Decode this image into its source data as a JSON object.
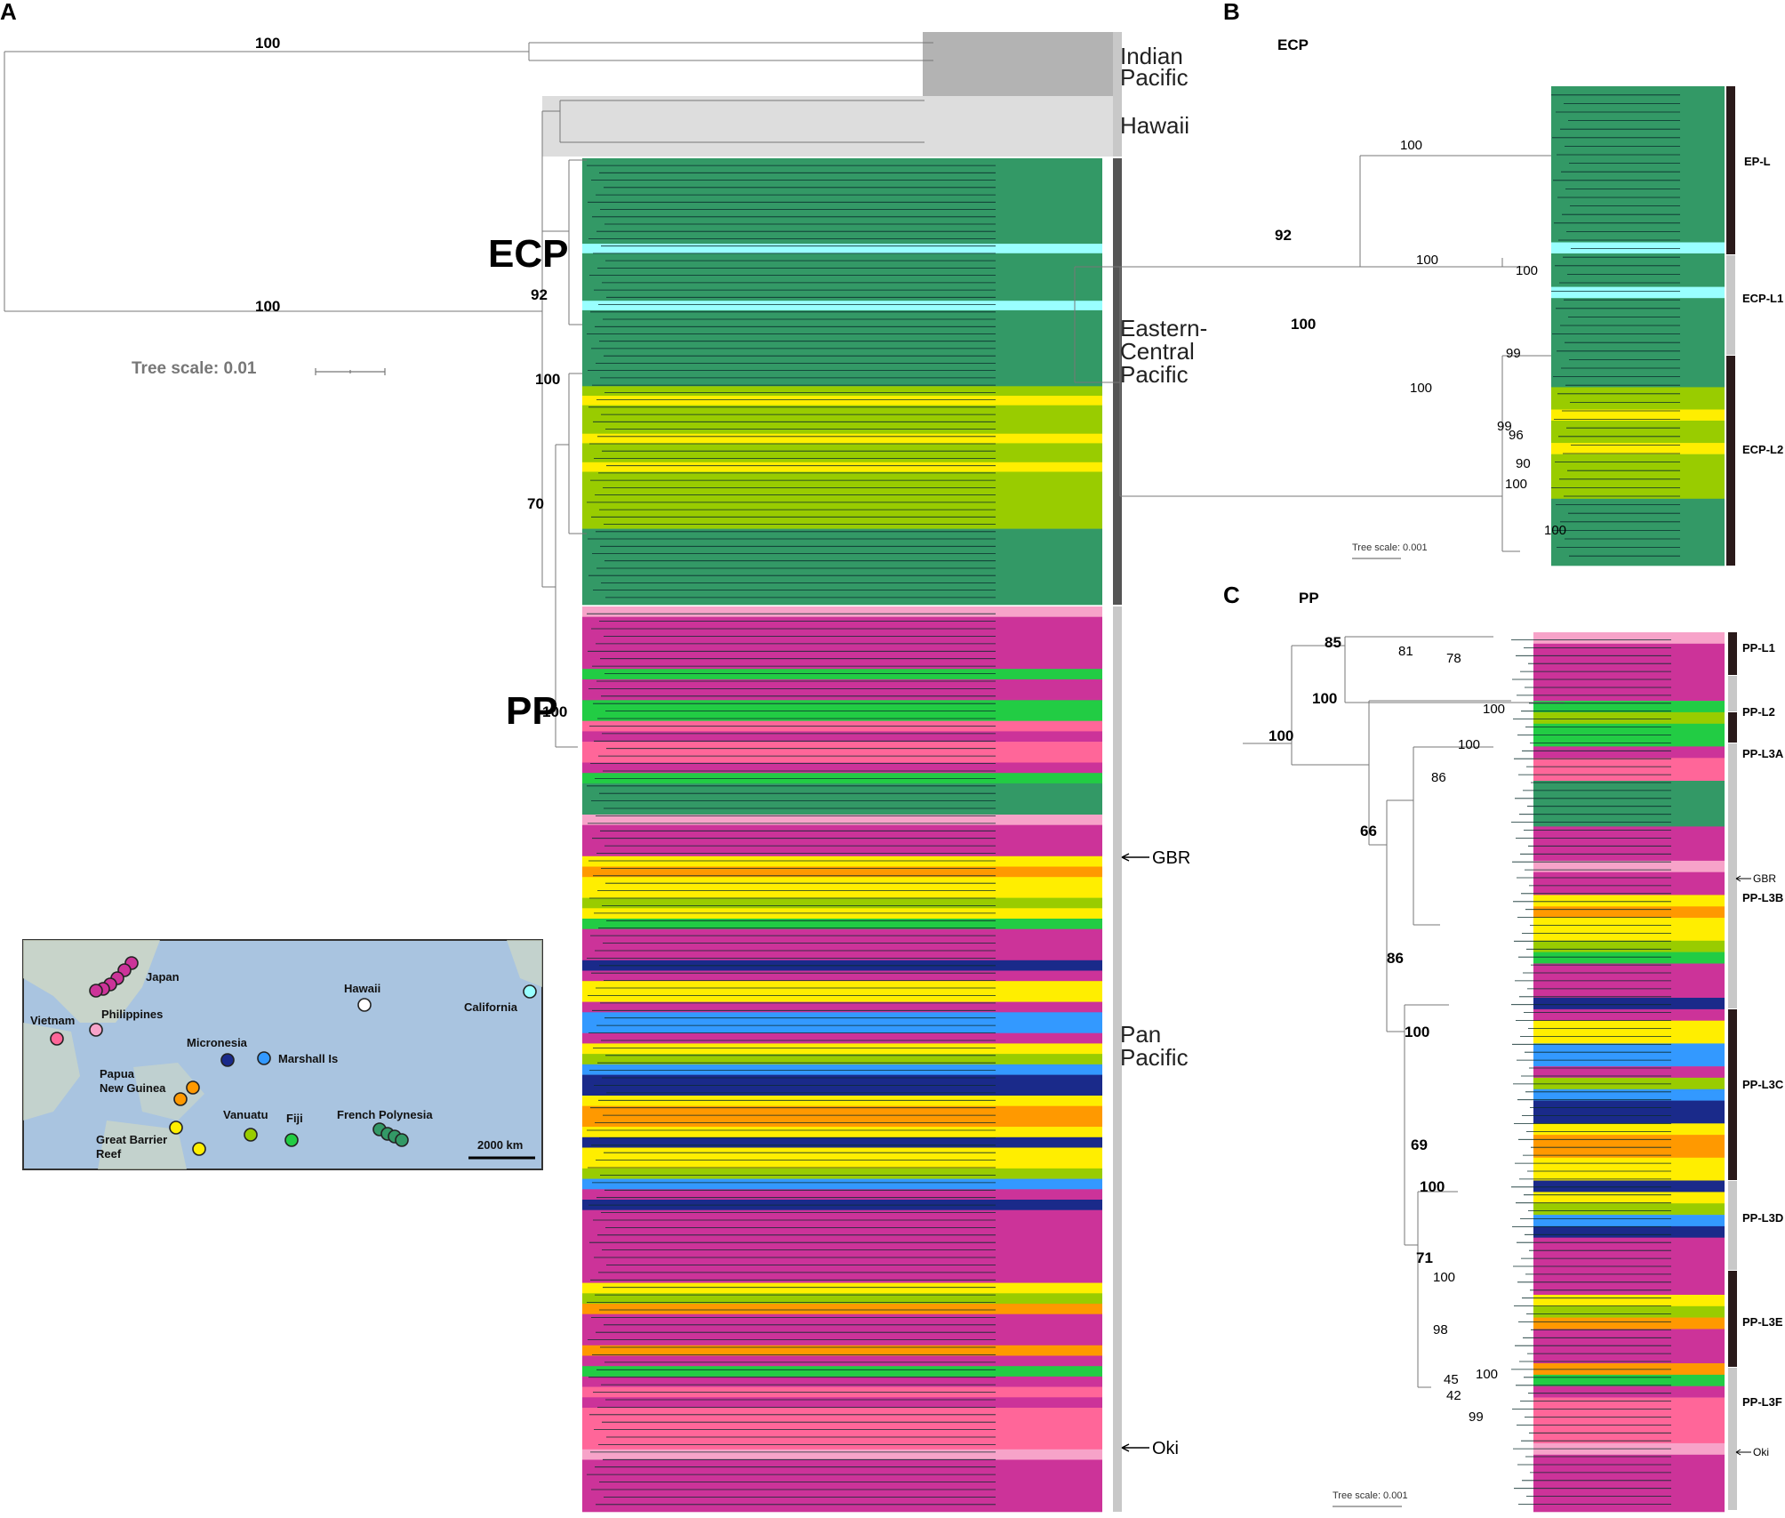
{
  "panels": {
    "a": {
      "letter": "A"
    },
    "b": {
      "letter": "B",
      "title": "ECP"
    },
    "c": {
      "letter": "C",
      "title": "PP"
    }
  },
  "colors": {
    "japan_okinawa": "#cc3399",
    "philippines": "#f7a3c9",
    "vietnam": "#ff6699",
    "ecp_green": "#339966",
    "california": "#99ffff",
    "vanuatu": "#99cc00",
    "australia": "#ffee00",
    "papua": "#ff9900",
    "fiji": "#22cc44",
    "micronesia": "#1a2a8a",
    "marshall": "#3399ff",
    "indian": "#b3b3b3",
    "hawaii": "#dddddd",
    "bar_dark": "#555555",
    "bar_light": "#c8c8c8",
    "bar_black": "#2a1a1a"
  },
  "panel_a": {
    "bootstraps": [
      "100",
      "100",
      "92",
      "100",
      "70",
      "100"
    ],
    "group_labels": [
      "ECP",
      "PP"
    ],
    "regions": [
      "Indian",
      "Pacific",
      "Hawaii",
      "Eastern-",
      "Central",
      "Pacific",
      "Pan",
      "Pacific"
    ],
    "tree_scale": "Tree scale: 0.01",
    "markers": [
      "GBR",
      "Oki"
    ]
  },
  "panel_b": {
    "bootstraps": [
      "100",
      "92",
      "100",
      "100",
      "100",
      "100",
      "99",
      "96",
      "99",
      "90",
      "100",
      "100"
    ],
    "clades": [
      "EP-L",
      "ECP-L1",
      "ECP-L2"
    ],
    "tree_scale": "Tree scale: 0.001"
  },
  "panel_c": {
    "bootstraps": [
      "85",
      "81",
      "78",
      "100",
      "100",
      "100",
      "100",
      "66",
      "86",
      "86",
      "100",
      "69",
      "71",
      "100",
      "100",
      "98",
      "42",
      "45",
      "100",
      "99"
    ],
    "clades": [
      "PP-L1",
      "PP-L2",
      "PP-L3A",
      "PP-L3B",
      "PP-L3C",
      "PP-L3D",
      "PP-L3E",
      "PP-L3F"
    ],
    "markers": [
      "GBR",
      "Oki"
    ],
    "tree_scale": "Tree scale: 0.001"
  },
  "map": {
    "labels": [
      "Japan",
      "Vietnam",
      "Philippines",
      "Micronesia",
      "Hawaii",
      "California",
      "Marshall Is",
      "Papua",
      "New Guinea",
      "Vanuatu",
      "Fiji",
      "French Polynesia",
      "Great Barrier",
      "Reef"
    ],
    "scale_label": "2000 km"
  }
}
